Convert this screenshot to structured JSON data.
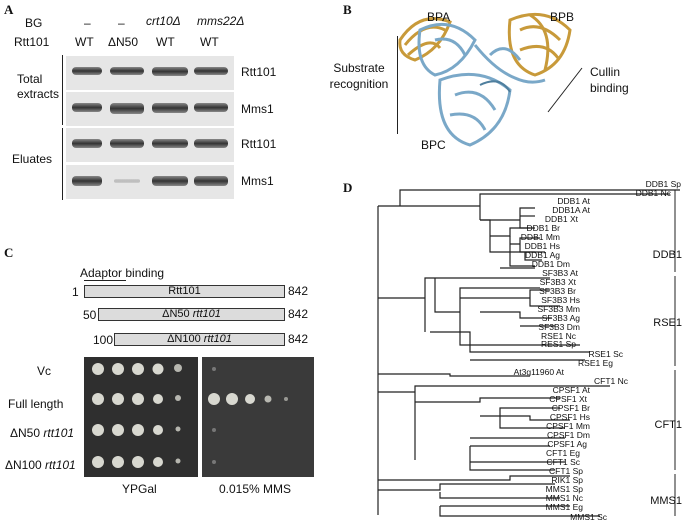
{
  "panelA": {
    "letter": "A",
    "bg_label": "BG",
    "rtt_label": "Rtt101",
    "columns": [
      {
        "bg": "–",
        "rtt": "WT"
      },
      {
        "bg": "–",
        "rtt": "ΔN50"
      },
      {
        "bg": "crt10Δ",
        "rtt": "WT"
      },
      {
        "bg": "mms22Δ",
        "rtt": "WT"
      }
    ],
    "section_total": "Total extracts",
    "section_eluates": "Eluates",
    "rows": [
      "Rtt101",
      "Mms1",
      "Rtt101",
      "Mms1"
    ]
  },
  "panelB": {
    "letter": "B",
    "bpa": "BPA",
    "bpb": "BPB",
    "bpc": "BPC",
    "substrate": "Substrate recognition",
    "cullin": "Cullin binding",
    "colors": {
      "blue": "#7aa8c8",
      "gold": "#c89a3a"
    }
  },
  "panelC": {
    "letter": "C",
    "adaptor": "Adaptor binding",
    "constructs": [
      {
        "start": "1",
        "name": "Rtt101",
        "end": "842"
      },
      {
        "start": "50",
        "name": "ΔN50 ",
        "name_it": "rtt101",
        "end": "842"
      },
      {
        "start": "100",
        "name": "ΔN100 ",
        "name_it": "rtt101",
        "end": "842"
      }
    ],
    "rows": [
      {
        "label": "Vc",
        "label_it": ""
      },
      {
        "label": "Full length",
        "label_it": ""
      },
      {
        "label": "ΔN50 ",
        "label_it": "rtt101"
      },
      {
        "label": "ΔN100 ",
        "label_it": "rtt101"
      }
    ],
    "plate1": "YPGal",
    "plate2": "0.015% MMS"
  },
  "panelD": {
    "letter": "D",
    "groups": [
      "DDB1",
      "RSE1",
      "CFT1",
      "MMS1"
    ],
    "leaves": [
      "DDB1 Sp",
      "DDB1 Nc",
      "DDB1 At",
      "DDB1A At",
      "DDB1 Xt",
      "DDB1 Br",
      "DDB1 Mm",
      "DDB1 Hs",
      "DDB1 Ag",
      "DDB1 Dm",
      "SF3B3 At",
      "SF3B3 Xt",
      "SF3B3 Br",
      "SF3B3 Hs",
      "SF3B3 Mm",
      "SF3B3 Ag",
      "SF3B3 Dm",
      "RSE1 Nc",
      "RES1 Sp",
      "RSE1 Sc",
      "RSE1 Eg",
      "At3g11960 At",
      "CFT1 Nc",
      "CPSF1 At",
      "CPSF1 Xt",
      "CPSF1 Br",
      "CPSF1 Hs",
      "CPSF1 Mm",
      "CPSF1 Dm",
      "CPSF1 Ag",
      "CFT1 Eg",
      "CFT1 Sc",
      "CFT1 Sp",
      "RIK1 Sp",
      "MMS1 Sp",
      "MMS1 Nc",
      "MMS1 Eg",
      "MMS1 Sc"
    ]
  }
}
